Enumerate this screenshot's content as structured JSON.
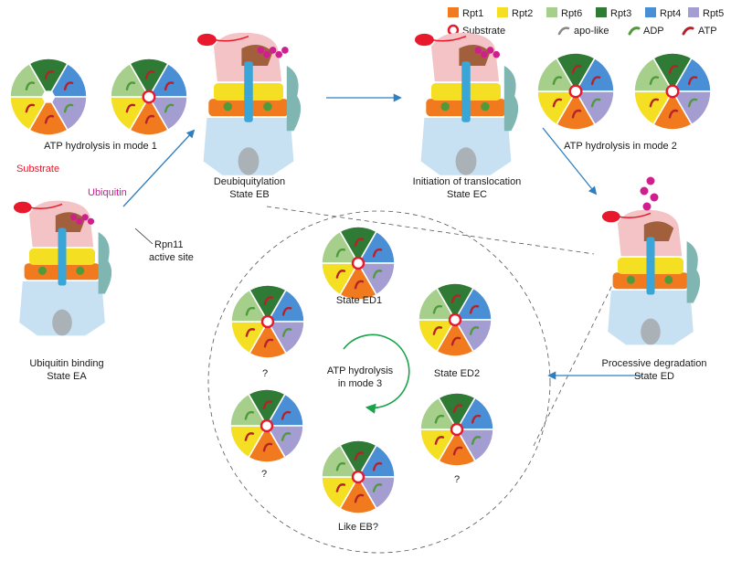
{
  "legend": {
    "rpt1": "Rpt1",
    "rpt2": "Rpt2",
    "rpt6": "Rpt6",
    "rpt3": "Rpt3",
    "rpt4": "Rpt4",
    "rpt5": "Rpt5",
    "substrate": "Substrate",
    "apo": "apo-like",
    "adp": "ADP",
    "atp": "ATP"
  },
  "colors": {
    "rpt1": "#f07a1d",
    "rpt2": "#f4df23",
    "rpt6": "#a7cf8c",
    "rpt3": "#2f7a34",
    "rpt4": "#4a8fd6",
    "rpt5": "#a49dd1",
    "substrate": "#e8192c",
    "ubiquitin": "#cf1f8f",
    "adp": "#4f9a3a",
    "atp": "#b5222a",
    "lid": "#f4c3c6",
    "base_light": "#c7e1f3",
    "arrow": "#2e7fbf"
  },
  "labels": {
    "mode1": "ATP hydrolysis in mode 1",
    "mode2": "ATP hydrolysis in mode 2",
    "mode3_line1": "ATP hydrolysis",
    "mode3_line2": "in mode 3",
    "substrate": "Substrate",
    "ubiquitin": "Ubiquitin",
    "rpn11_line1": "Rpn11",
    "rpn11_line2": "active site",
    "ea_line1": "Ubiquitin binding",
    "ea_line2": "State EA",
    "eb_line1": "Deubiquitylation",
    "eb_line2": "State EB",
    "ec_line1": "Initiation of translocation",
    "ec_line2": "State EC",
    "ed_line1": "Processive degradation",
    "ed_line2": "State ED",
    "ed1": "State ED1",
    "ed2": "State ED2",
    "q_left_top": "?",
    "q_left_bottom": "?",
    "q_right": "?",
    "like_eb": "Like EB?"
  }
}
